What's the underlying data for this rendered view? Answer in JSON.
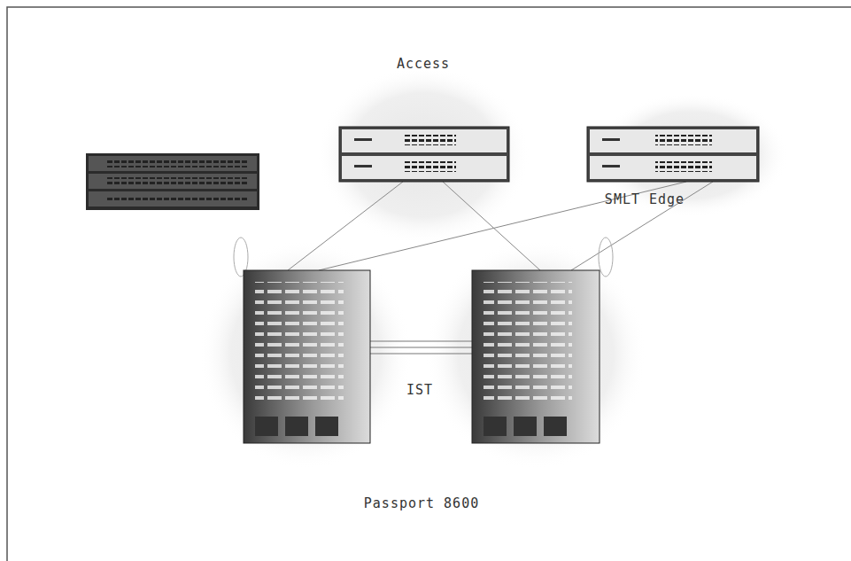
{
  "diagram": {
    "labels": [
      "Access",
      "SMLT Edge",
      "IST",
      "Passport 8600"
    ]
  }
}
